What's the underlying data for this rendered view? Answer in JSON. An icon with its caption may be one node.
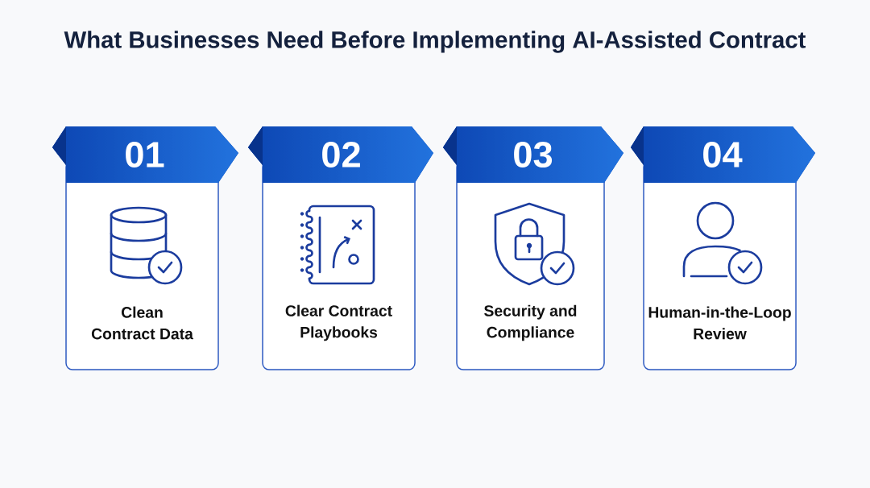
{
  "diagram": {
    "title": "What Businesses Need Before Implementing AI-Assisted Contract",
    "nodes": [
      {
        "text": [
          "01",
          "Clean Contract Data"
        ]
      },
      {
        "text": [
          "02",
          "Clear Contract Playbooks"
        ]
      },
      {
        "text": [
          "03",
          "Security and Compliance"
        ]
      },
      {
        "text": [
          "04",
          "Human-in-the-Loop Review"
        ]
      }
    ]
  }
}
